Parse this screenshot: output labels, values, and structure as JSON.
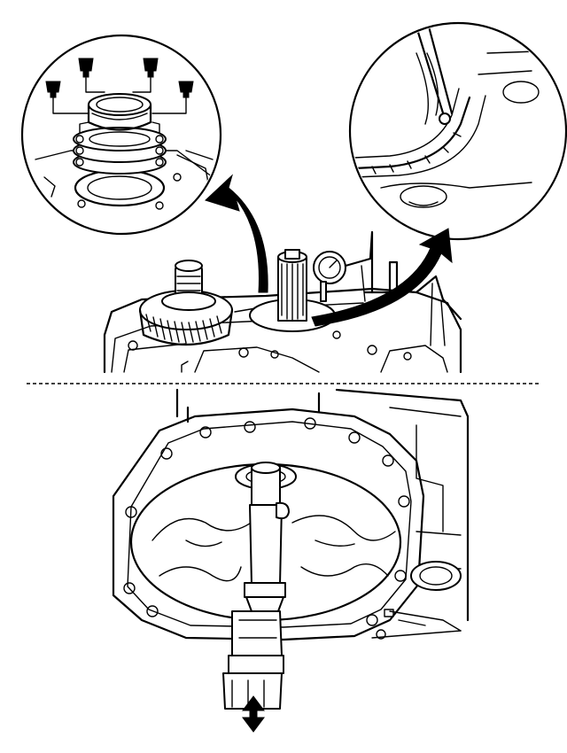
{
  "figure": {
    "panels": [
      {
        "id": "top",
        "callouts": [
          "spacer-shims-detail",
          "dial-indicator-probe-detail"
        ]
      },
      {
        "id": "bottom"
      }
    ],
    "colors": {
      "line": "#000000",
      "background": "#ffffff"
    },
    "icons": [
      "curved-arrow-icon",
      "double-arrow-icon",
      "bolt-icon"
    ]
  }
}
